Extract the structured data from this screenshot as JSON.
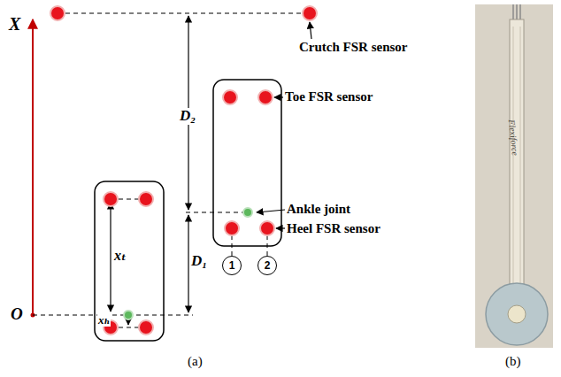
{
  "diagram": {
    "nodes": [
      {
        "text": [
          "1"
        ]
      },
      {
        "text": [
          "2"
        ]
      }
    ],
    "labels": [
      "X",
      "O",
      "Crutch FSR sensor",
      "Toe FSR sensor",
      "Ankle joint",
      "Heel FSR sensor",
      "D₂",
      "D₁",
      "xₜ",
      "xₕ",
      "(a)",
      "Flexiforce",
      "(b)"
    ]
  }
}
